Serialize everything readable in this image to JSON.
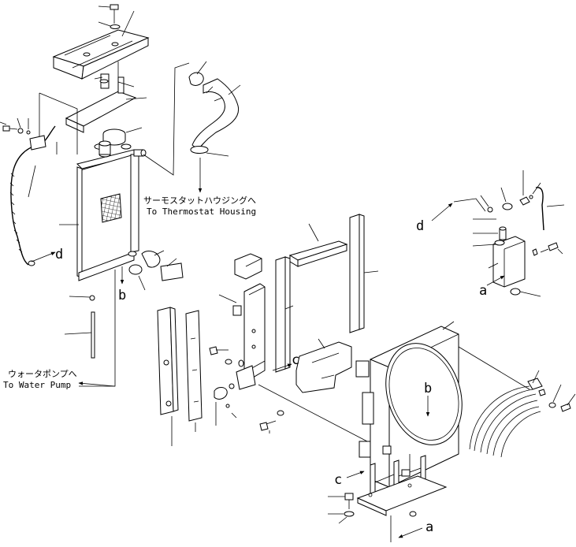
{
  "notes": {
    "thermostat_jp": "サーモスタットハウジングへ",
    "thermostat_en": "To Thermostat Housing",
    "waterpump_jp": "ウォータポンプへ",
    "waterpump_en": "To Water Pump"
  },
  "refs": {
    "a": "a",
    "b": "b",
    "c": "c",
    "d": "d"
  },
  "colors": {
    "line": "#000000",
    "background": "#ffffff"
  }
}
